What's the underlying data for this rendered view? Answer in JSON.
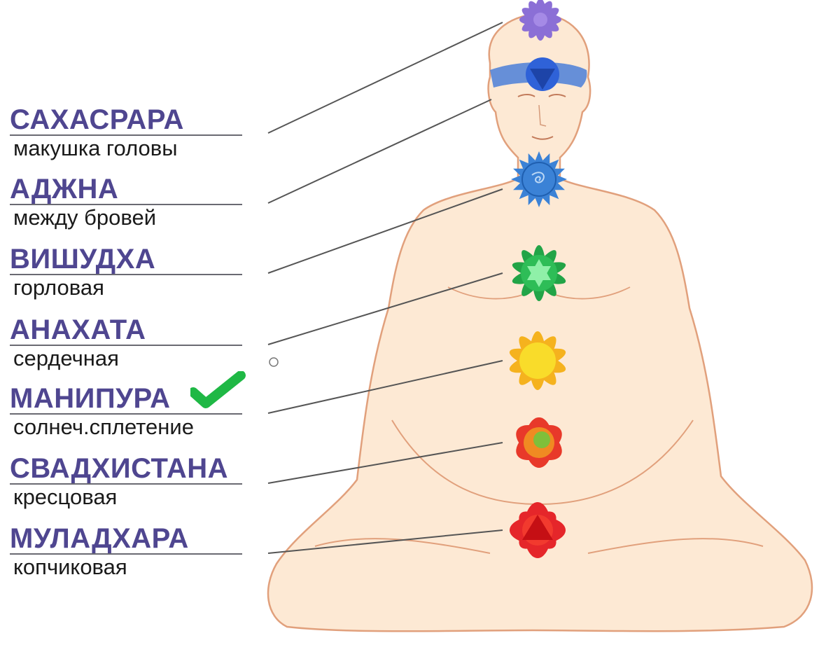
{
  "chakras": [
    {
      "name": "САХАСРАРА",
      "description": "макушка головы",
      "color": "#8b6fd6",
      "icon": "lotus-violet-icon"
    },
    {
      "name": "АДЖНА",
      "description": "между бровей",
      "color": "#2f62d8",
      "icon": "inverted-triangle-blue-icon"
    },
    {
      "name": "ВИШУДХА",
      "description": "горловая",
      "color": "#3b82d6",
      "icon": "lotus-lightblue-icon"
    },
    {
      "name": "АНАХАТА",
      "description": "сердечная",
      "color": "#22a447",
      "icon": "hexagram-green-icon"
    },
    {
      "name": "МАНИПУРА",
      "description": "солнеч.сплетение",
      "color": "#f5c81e",
      "icon": "lotus-yellow-icon"
    },
    {
      "name": "СВАДХИСТАНА",
      "description": "кресцовая",
      "color": "#e8392a",
      "icon": "lotus-orange-red-icon"
    },
    {
      "name": "МУЛАДХАРА",
      "description": "копчиковая",
      "color": "#e5262a",
      "icon": "triangle-red-icon"
    }
  ],
  "colors": {
    "label_text": "#4f4690",
    "skin": "#fde9d4",
    "outline": "#e1a07c",
    "check": "#1fb845"
  },
  "marked_chakra": "МАНИПУРА",
  "marker_icon": "checkmark-icon"
}
